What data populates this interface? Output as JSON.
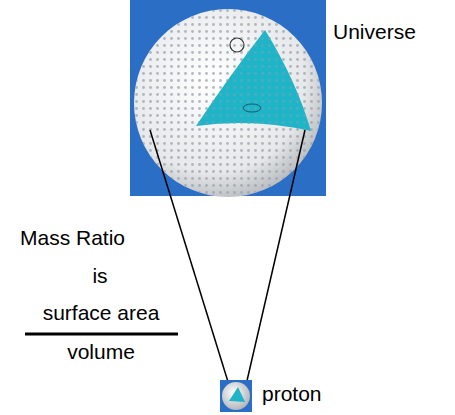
{
  "diagram": {
    "labels": [
      "Universe",
      "Mass Ratio",
      "is",
      "surface area",
      "volume",
      "proton"
    ]
  }
}
